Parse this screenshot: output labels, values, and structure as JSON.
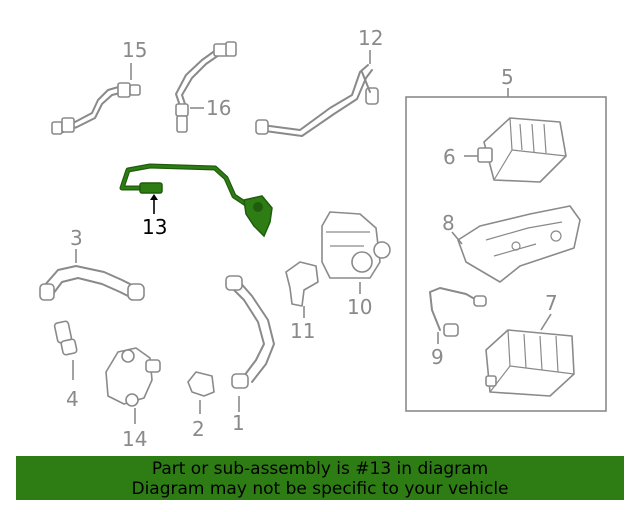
{
  "diagram": {
    "highlighted_part": "13",
    "highlight_color": "#2e7d14",
    "part_color": "#8a8a8a",
    "callouts": {
      "c1": "1",
      "c2": "2",
      "c3": "3",
      "c4": "4",
      "c5": "5",
      "c6": "6",
      "c7": "7",
      "c8": "8",
      "c9": "9",
      "c10": "10",
      "c11": "11",
      "c12": "12",
      "c13": "13",
      "c14": "14",
      "c15": "15",
      "c16": "16"
    }
  },
  "banner": {
    "line1": "Part or sub-assembly is #13 in diagram",
    "line2": "Diagram may not be specific to your vehicle",
    "background": "#2e7d14"
  }
}
